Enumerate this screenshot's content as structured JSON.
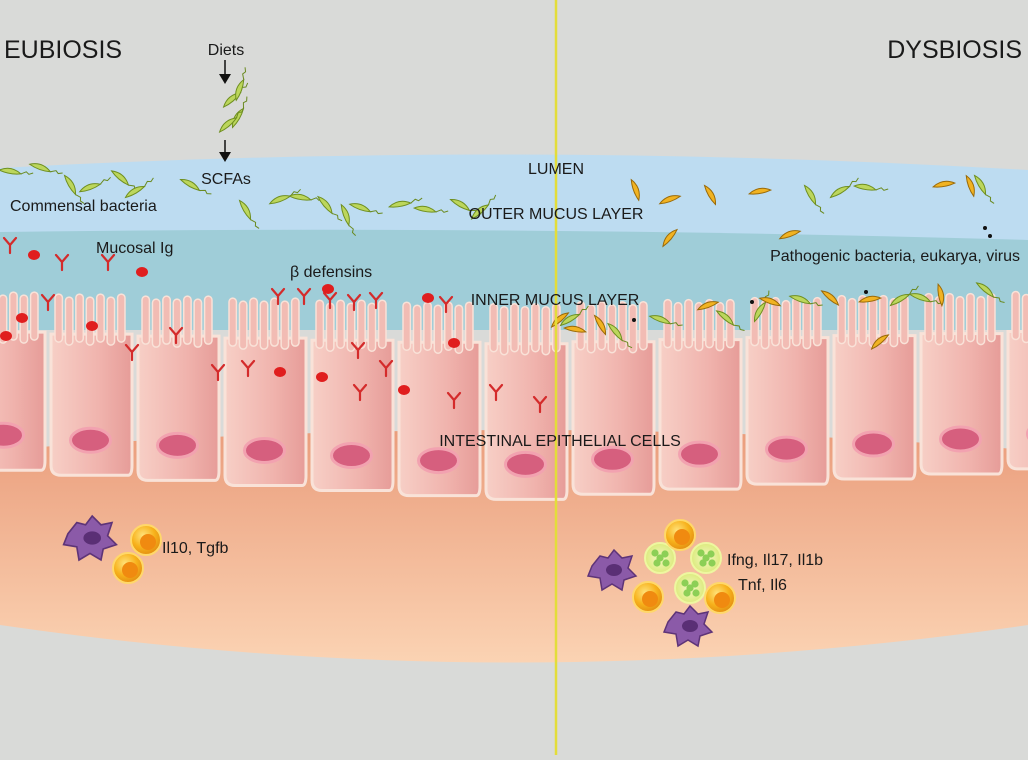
{
  "titles": {
    "left": "EUBIOSIS",
    "right": "DYSBIOSIS"
  },
  "labels": {
    "diets": "Diets",
    "scfas": "SCFAs",
    "lumen": "LUMEN",
    "commensal": "Commensal bacteria",
    "outer_mucus": "OUTER MUCUS LAYER",
    "mucosal_ig": "Mucosal Ig",
    "defensins": "β defensins",
    "pathogenic": "Pathogenic bacteria, eukarya, virus",
    "inner_mucus": "INNER MUCUS LAYER",
    "epithelial": "INTESTINAL EPITHELIAL CELLS",
    "cytokines_left": "Il10, Tgfb",
    "cytokines_right_1": "Ifng, Il17, Il1b",
    "cytokines_right_2": "Tnf, Il6"
  },
  "colors": {
    "background": "#d9dad8",
    "outer_mucus": "#b9daf0",
    "inner_mucus": "#9ccbd6",
    "epithelium": "#f2bdb6",
    "nucleus": "#d8607e",
    "lamina_propria": "#f3b79a",
    "divider": "#e0dc3c",
    "immunoglobulin": "#d42b2b",
    "commensal": "#b8d45a",
    "pathogen": "#f0b020",
    "macrophage": "#8a5aa6",
    "lymphocyte": "#f0a018"
  }
}
